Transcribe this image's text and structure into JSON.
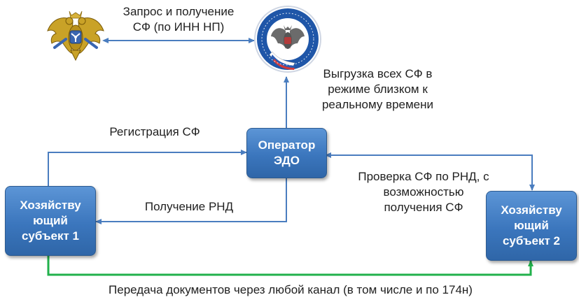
{
  "labels": {
    "request": [
      "Запрос и получение",
      "СФ (по ИНН НП)"
    ],
    "upload": [
      "Выгрузка всех СФ в",
      "режиме близком к",
      "реальному времени"
    ],
    "registration": "Регистрация СФ",
    "rnd_receive": "Получение РНД",
    "check": [
      "Проверка СФ по РНД, с",
      "возможностью",
      "получения СФ"
    ],
    "transfer": "Передача документов через любой канал (в том числе и по 174н)"
  },
  "boxes": {
    "operator": [
      "Оператор",
      "ЭДО"
    ],
    "subject1": [
      "Хозяйству",
      "ющий",
      "субъект  1"
    ],
    "subject2": [
      "Хозяйству",
      "ющий",
      "субъект  2"
    ]
  },
  "icons": {
    "ministry": "double-headed-eagle-emblem-icon",
    "tax_service": "tax-service-seal-icon"
  },
  "colors": {
    "arrow": "#4a7dbf",
    "transfer_arrow": "#22b14c",
    "box": "#3b76bd",
    "eagle": "#c9a227"
  }
}
